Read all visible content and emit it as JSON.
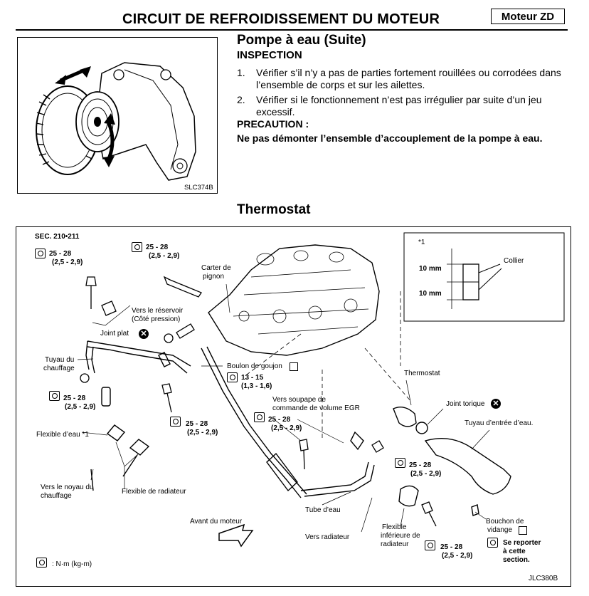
{
  "header": {
    "title": "CIRCUIT DE REFROIDISSEMENT DU MOTEUR",
    "badge": "Moteur ZD"
  },
  "figure1": {
    "id": "SLC374B"
  },
  "section": {
    "title": "Pompe à eau (Suite)",
    "inspection_heading": "INSPECTION",
    "steps": [
      {
        "num": "1.",
        "text": "Vérifier s’il n’y a pas de parties fortement rouillées ou corrodées dans l’ensemble de corps et sur les ailettes."
      },
      {
        "num": "2.",
        "text": "Vérifier si le fonctionnement n’est pas irrégulier par suite d’un jeu excessif."
      }
    ],
    "caution_heading": "PRECAUTION :",
    "caution_text": "Ne pas démonter l’ensemble d’accouplement de la pompe à eau."
  },
  "thermostat": {
    "title": "Thermostat",
    "diagram": {
      "sec": "SEC. 210•211",
      "torque_a": "25 - 28",
      "torque_a2": "(2,5 - 2,9)",
      "torque_b": "25 - 28",
      "torque_b2": "(2,5 - 2,9)",
      "torque_c": "25 - 28",
      "torque_c2": "(2,5 - 2,9)",
      "torque_d": "25 - 28",
      "torque_d2": "(2,5 - 2,9)",
      "torque_e": "25 - 28",
      "torque_e2": "(2,5 - 2,9)",
      "torque_f": "25 - 28",
      "torque_f2": "(2,5 - 2,9)",
      "torque_g": "25 - 28",
      "torque_g2": "(2,5 - 2,9)",
      "torque_h": "13 - 15",
      "torque_h2": "(1,3 - 1,6)",
      "carter1": "Carter de",
      "carter2": "pignon",
      "reservoir1": "Vers le réservoir",
      "reservoir2": "(Côté pression)",
      "joint_plat": "Joint plat",
      "tuyau_chauffage1": "Tuyau du",
      "tuyau_chauffage2": "chauffage",
      "boulon": "Boulon de goujon",
      "flexible_eau": "Flexible d’eau *1",
      "noyau1": "Vers le noyau du",
      "noyau2": "chauffage",
      "flexible_rad": "Flexible de radiateur",
      "egr1": "Vers soupape de",
      "egr2": "commande de volume EGR",
      "thermostat_lbl": "Thermostat",
      "joint_torique": "Joint torique",
      "tuyau_entree": "Tuyau d’entrée d’eau.",
      "tube_eau": "Tube d’eau",
      "avant": "Avant du moteur",
      "vers_rad": "Vers radiateur",
      "flex_inf1": "Flexible",
      "flex_inf2": "inférieure de",
      "flex_inf3": "radiateur",
      "bouchon1": "Bouchon de",
      "bouchon2": "vidange",
      "reporter1": "Se reporter",
      "reporter2": "à cette",
      "reporter3": "section.",
      "legend": ": N·m (kg-m)",
      "fig_id": "JLC380B",
      "inset_star": "*1",
      "inset_dim1": "10 mm",
      "inset_dim2": "10 mm",
      "inset_collier": "Collier",
      "x_mark": "✕"
    }
  }
}
